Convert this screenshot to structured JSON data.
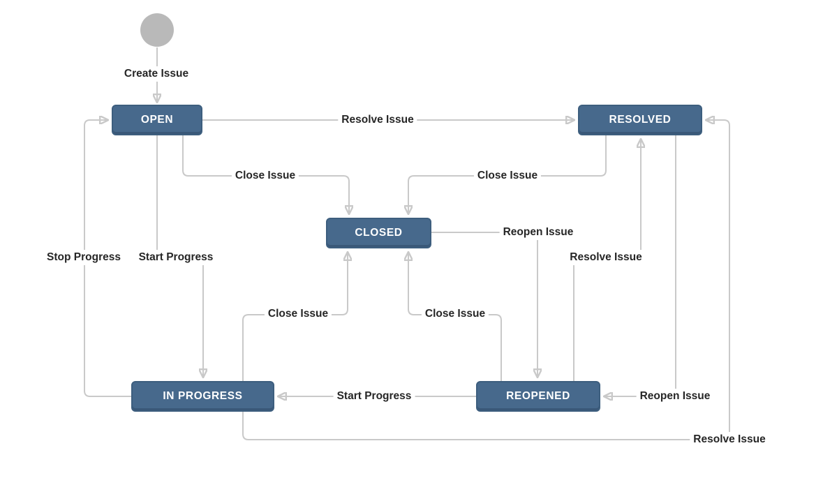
{
  "diagram": {
    "type": "workflow-state-diagram",
    "colors": {
      "background": "#ffffff",
      "node_fill": "#47698c",
      "node_border": "#3d5e7e",
      "node_text": "#ffffff",
      "connector": "#c9c9c9",
      "arrowhead": "#b5b5b5",
      "label_text": "#262626",
      "start_node_fill": "#b9b9b9"
    },
    "start_node": {
      "name": "start"
    },
    "nodes": [
      {
        "label": "OPEN"
      },
      {
        "label": "RESOLVED"
      },
      {
        "label": "CLOSED"
      },
      {
        "label": "IN PROGRESS"
      },
      {
        "label": "REOPENED"
      }
    ],
    "transitions": [
      {
        "label": "Create Issue",
        "from": "start",
        "to": "OPEN"
      },
      {
        "label": "Resolve Issue",
        "from": "OPEN",
        "to": "RESOLVED"
      },
      {
        "label": "Close Issue",
        "from": "OPEN",
        "to": "CLOSED"
      },
      {
        "label": "Close Issue",
        "from": "RESOLVED",
        "to": "CLOSED"
      },
      {
        "label": "Reopen Issue",
        "from": "CLOSED",
        "to": "REOPENED"
      },
      {
        "label": "Resolve Issue",
        "from": "REOPENED",
        "to": "RESOLVED"
      },
      {
        "label": "Stop Progress",
        "from": "IN PROGRESS",
        "to": "OPEN"
      },
      {
        "label": "Start Progress",
        "from": "OPEN",
        "to": "IN PROGRESS"
      },
      {
        "label": "Close Issue",
        "from": "IN PROGRESS",
        "to": "CLOSED"
      },
      {
        "label": "Close Issue",
        "from": "REOPENED",
        "to": "CLOSED"
      },
      {
        "label": "Start Progress",
        "from": "REOPENED",
        "to": "IN PROGRESS"
      },
      {
        "label": "Reopen Issue",
        "from": "RESOLVED",
        "to": "REOPENED"
      },
      {
        "label": "Resolve Issue",
        "from": "IN PROGRESS",
        "to": "RESOLVED"
      }
    ]
  }
}
